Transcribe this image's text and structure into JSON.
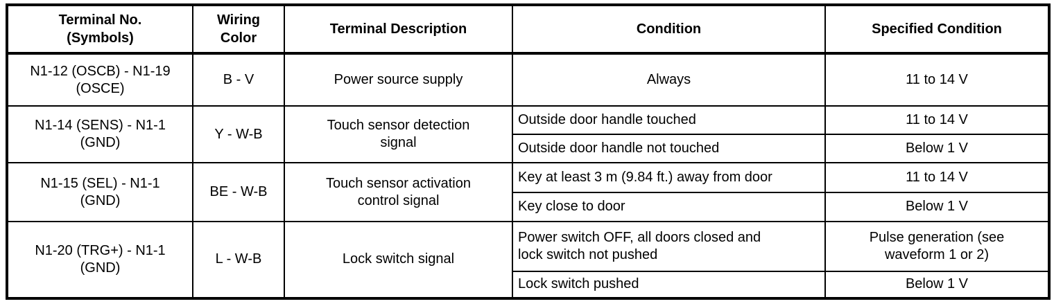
{
  "table": {
    "headers": {
      "terminal": "Terminal No.\n(Symbols)",
      "wiring": "Wiring\nColor",
      "description": "Terminal Description",
      "condition": "Condition",
      "specified": "Specified Condition"
    },
    "rows": [
      {
        "terminal": "N1-12 (OSCB) - N1-19\n(OSCE)",
        "wiring": "B - V",
        "description": "Power source supply",
        "conditions": [
          {
            "condition": "Always",
            "specified": "11 to 14 V"
          }
        ]
      },
      {
        "terminal": "N1-14 (SENS) - N1-1\n(GND)",
        "wiring": "Y - W-B",
        "description": "Touch sensor detection\nsignal",
        "conditions": [
          {
            "condition": "Outside door handle touched",
            "specified": "11 to 14 V"
          },
          {
            "condition": "Outside door handle not touched",
            "specified": "Below 1 V"
          }
        ]
      },
      {
        "terminal": "N1-15 (SEL) - N1-1\n(GND)",
        "wiring": "BE - W-B",
        "description": "Touch sensor activation\ncontrol signal",
        "conditions": [
          {
            "condition": "Key at least 3 m (9.84 ft.) away from door",
            "specified": "11 to 14 V"
          },
          {
            "condition": "Key close to door",
            "specified": "Below 1 V"
          }
        ]
      },
      {
        "terminal": "N1-20 (TRG+) - N1-1\n(GND)",
        "wiring": "L - W-B",
        "description": "Lock switch signal",
        "conditions": [
          {
            "condition": "Power switch OFF, all doors closed and\nlock switch not pushed",
            "specified": "Pulse generation (see\nwaveform 1 or 2)"
          },
          {
            "condition": "Lock switch pushed",
            "specified": "Below 1 V"
          }
        ]
      }
    ],
    "colors": {
      "border": "#000000",
      "text": "#000000",
      "background": "#ffffff"
    }
  }
}
